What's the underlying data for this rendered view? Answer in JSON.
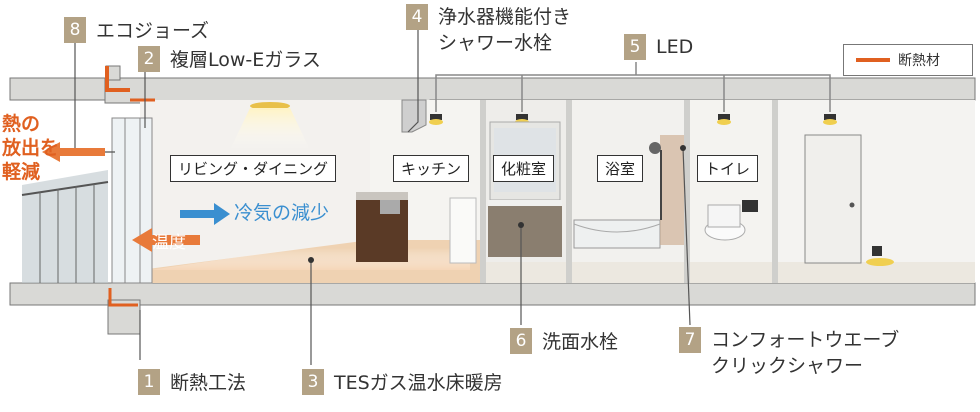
{
  "labels": [
    {
      "num": "8",
      "text": "エコジョーズ"
    },
    {
      "num": "2",
      "text": "複層Low-Eガラス"
    },
    {
      "num": "4",
      "text": "浄水器機能付き",
      "text2": "シャワー水栓"
    },
    {
      "num": "5",
      "text": "LED"
    },
    {
      "num": "6",
      "text": "洗面水栓"
    },
    {
      "num": "7",
      "text": "コンフォートウエーブ",
      "text2": "クリックシャワー"
    },
    {
      "num": "1",
      "text": "断熱工法"
    },
    {
      "num": "3",
      "text": "TESガス温水床暖房"
    }
  ],
  "legend": {
    "text": "断熱材"
  },
  "rooms": {
    "living": "リビング・ダイニング",
    "kitchen": "キッチン",
    "vanity": "化粧室",
    "bath": "浴室",
    "toilet": "トイレ"
  },
  "callouts": {
    "heat_line1": "熱の",
    "heat_line2": "放出を",
    "heat_line3": "軽減",
    "cold": "冷気の減少",
    "temp": "温度"
  },
  "colors": {
    "insulation": "#e06020",
    "badge": "#b3a285",
    "cold_arrow": "#3a8fd0",
    "heat_arrow": "#e87a3a"
  }
}
